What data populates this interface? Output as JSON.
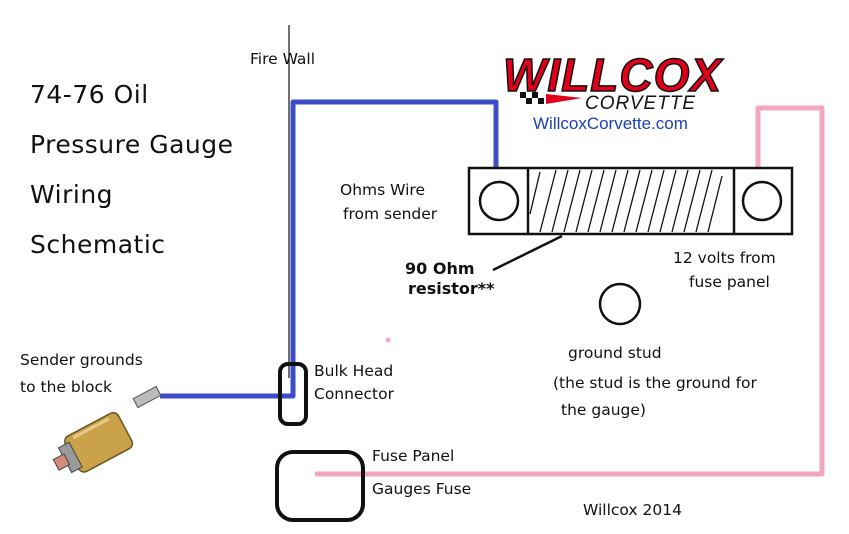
{
  "title_lines": [
    "74-76 Oil",
    "Pressure Gauge",
    "Wiring",
    "Schematic"
  ],
  "logo": {
    "brand": "WILLCOX",
    "sub": "CORVETTE",
    "url": "WillcoxCorvette.com"
  },
  "labels": {
    "fire_wall": "Fire Wall",
    "ohms_wire_1": "Ohms Wire",
    "ohms_wire_2": "from sender",
    "resistor_1": "90 Ohm",
    "resistor_2": "resistor**",
    "volts_1": "12 volts from",
    "volts_2": "fuse panel",
    "ground_stud": "ground stud",
    "stud_note_1": "(the stud is the ground for",
    "stud_note_2": "the gauge)",
    "sender_1": "Sender grounds",
    "sender_2": "to the block",
    "bulkhead_1": "Bulk Head",
    "bulkhead_2": "Connector",
    "fuse_panel": "Fuse Panel",
    "gauges_fuse": "Gauges Fuse",
    "credit": "Willcox 2014"
  },
  "colors": {
    "ohms_wire": "#3d4dc8",
    "power_wire": "#f4a6c2",
    "outline": "#111111",
    "logo_red": "#e1001a"
  }
}
